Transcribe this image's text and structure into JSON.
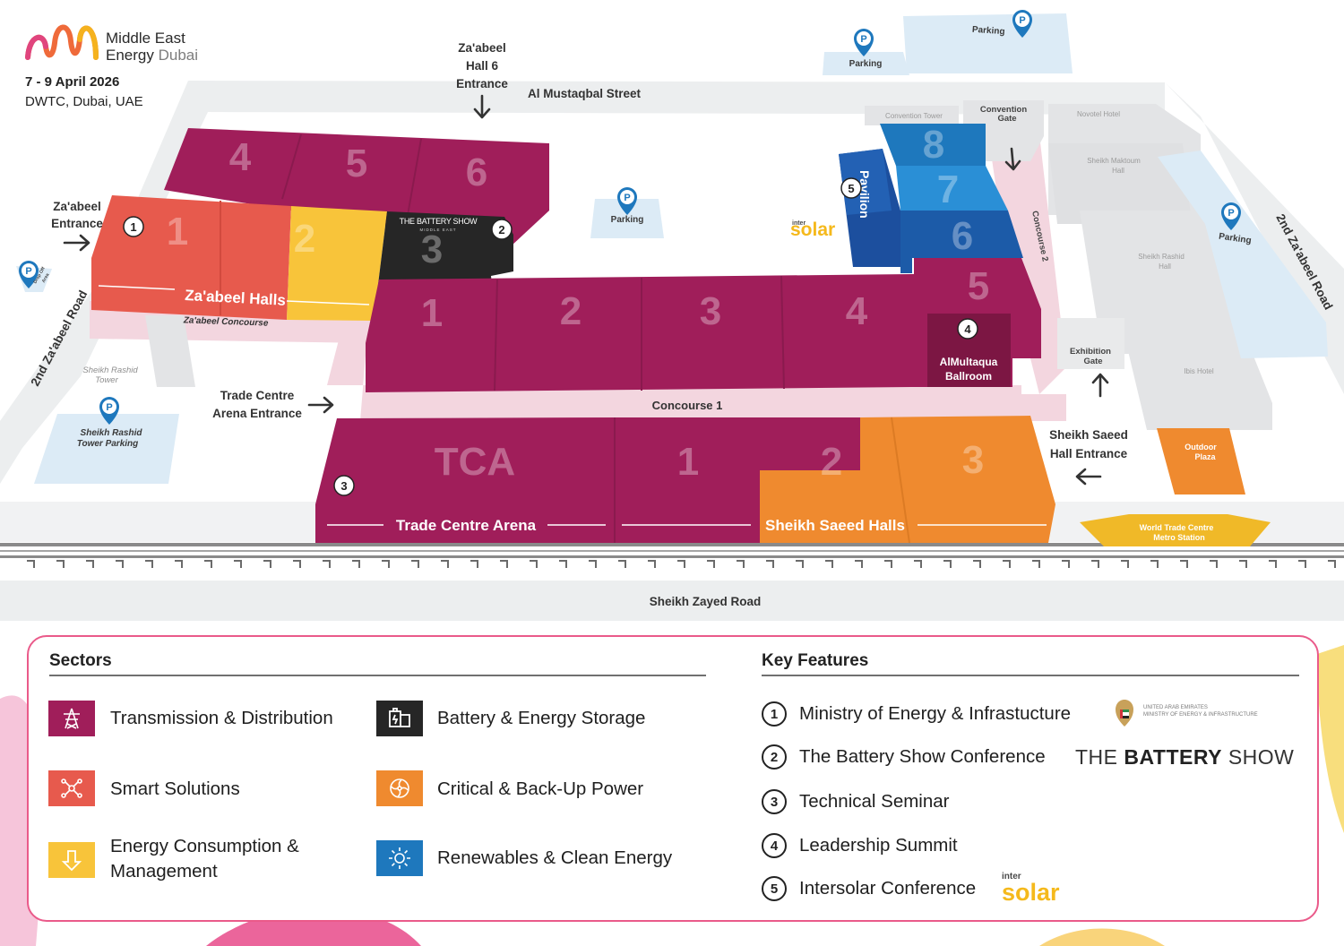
{
  "header": {
    "logo_line1": "Middle East",
    "logo_line2_a": "Energy",
    "logo_line2_b": "Dubai",
    "date": "7 - 9 April 2026",
    "venue": "DWTC, Dubai, UAE"
  },
  "map": {
    "roads": {
      "al_mustaqbal": "Al Mustaqbal Street",
      "second_zaabeel_left": "2nd Za'abeel Road",
      "second_zaabeel_right": "2nd Za'abeel Road",
      "sheikh_zayed": "Sheikh Zayed Road"
    },
    "entrances": {
      "zaabeel_hall6": [
        "Za'abeel",
        "Hall 6",
        "Entrance"
      ],
      "zaabeel": [
        "Za'abeel",
        "Entrance"
      ],
      "trade_arena": [
        "Trade Centre",
        "Arena Entrance"
      ],
      "sheikh_saeed": [
        "Sheikh Saeed",
        "Hall Entrance"
      ],
      "convention_gate": [
        "Convention",
        "Gate"
      ],
      "exhibition_gate": [
        "Exhibition",
        "Gate"
      ]
    },
    "parking": {
      "top_left": "Parking",
      "top_right": "Parking",
      "middle": "Parking",
      "right": "Parking",
      "sheikh_rashid": [
        "Sheikh Rashid",
        "Tower Parking"
      ],
      "drop_off": [
        "Drop Off",
        "Area"
      ]
    },
    "buildings": {
      "convention_tower": "Convention Tower",
      "novotel": "Novotel Hotel",
      "maktoum": [
        "Sheikh Maktoum",
        "Hall"
      ],
      "rashid_hall": [
        "Sheikh Rashid",
        "Hall"
      ],
      "ibis": "Ibis Hotel",
      "rashid_tower": [
        "Sheikh Rashid",
        "Tower"
      ],
      "outdoor_plaza": [
        "Outdoor",
        "Plaza"
      ],
      "metro": [
        "World Trade Centre",
        "Metro Station"
      ]
    },
    "concourses": {
      "zaabeel": "Za'abeel Concourse",
      "c1": "Concourse 1",
      "c2": "Concourse 2"
    },
    "halls": {
      "zaabeel_back": [
        "4",
        "5",
        "6"
      ],
      "zaabeel_front": [
        "1",
        "2",
        "3"
      ],
      "zaabeel_label": "Za'abeel Halls",
      "battery_sign": [
        "THE BATTERY SHOW",
        "MIDDLE EAST"
      ],
      "concourse_halls": [
        "1",
        "2",
        "3",
        "4",
        "5"
      ],
      "ballroom": [
        "AlMultaqua",
        "Ballroom"
      ],
      "pavilion": "Pavilion",
      "tower_halls": [
        "8",
        "7",
        "6"
      ],
      "tca": "TCA",
      "arena_hall": "1",
      "saeed_halls": [
        "2",
        "3"
      ],
      "arena_label": "Trade Centre Arena",
      "saeed_label": "Sheikh Saeed Halls"
    },
    "markers": [
      "1",
      "2",
      "3",
      "4",
      "5"
    ],
    "intersolar": {
      "small": "inter",
      "big": "solar"
    }
  },
  "sectors": {
    "title": "Sectors",
    "items": [
      {
        "label": "Transmission & Distribution",
        "color": "#a01e5a",
        "icon": "tower-icon"
      },
      {
        "label": "Smart Solutions",
        "color": "#e75a4d",
        "icon": "network-icon"
      },
      {
        "label": "Energy Consumption & Management",
        "color": "#f8c43a",
        "icon": "down-arrow-icon"
      },
      {
        "label": "Battery & Energy Storage",
        "color": "#262626",
        "icon": "battery-icon"
      },
      {
        "label": "Critical & Back-Up Power",
        "color": "#ef8a2f",
        "icon": "fan-icon"
      },
      {
        "label": "Renewables & Clean Energy",
        "color": "#1e78bd",
        "icon": "sun-icon"
      }
    ]
  },
  "key_features": {
    "title": "Key Features",
    "items": [
      {
        "num": "1",
        "label": "Ministry of Energy & Infrastucture"
      },
      {
        "num": "2",
        "label": "The Battery Show Conference"
      },
      {
        "num": "3",
        "label": "Technical Seminar"
      },
      {
        "num": "4",
        "label": "Leadership Summit"
      },
      {
        "num": "5",
        "label": "Intersolar Conference"
      }
    ],
    "uae_lines": [
      "UNITED ARAB EMIRATES",
      "MINISTRY OF ENERGY & INFRASTRUCTURE"
    ],
    "battery_logo": {
      "pre": "THE",
      "bold": "BATTERY",
      "post": "SHOW"
    },
    "intersolar": {
      "small": "inter",
      "big": "solar"
    }
  },
  "colors": {
    "maroon": "#a01e5a",
    "coral": "#e75a4d",
    "yellow": "#f8c43a",
    "black": "#262626",
    "orange": "#ef8a2f",
    "blue": "#1e78bd",
    "concourse_pink": "#f3d6df",
    "road_gray": "#eceeef",
    "parking_blue": "#dcebf6"
  }
}
